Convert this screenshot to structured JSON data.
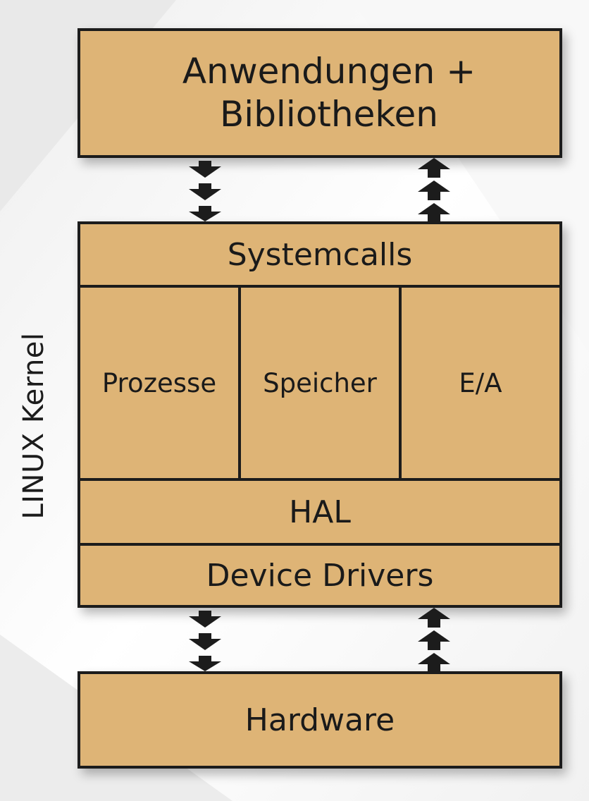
{
  "diagram": {
    "top_box": {
      "line1": "Anwendungen +",
      "line2": "Bibliotheken"
    },
    "kernel": {
      "side_label": "LINUX Kernel",
      "systemcalls": "Systemcalls",
      "subsystems": [
        "Prozesse",
        "Speicher",
        "E/A"
      ],
      "hal": "HAL",
      "device_drivers": "Device Drivers"
    },
    "bottom_box": {
      "label": "Hardware"
    },
    "colors": {
      "box_fill": "#deb476",
      "border": "#1c1c1c",
      "arrow": "#1c1c1c",
      "background": "#f4f4f4"
    }
  }
}
